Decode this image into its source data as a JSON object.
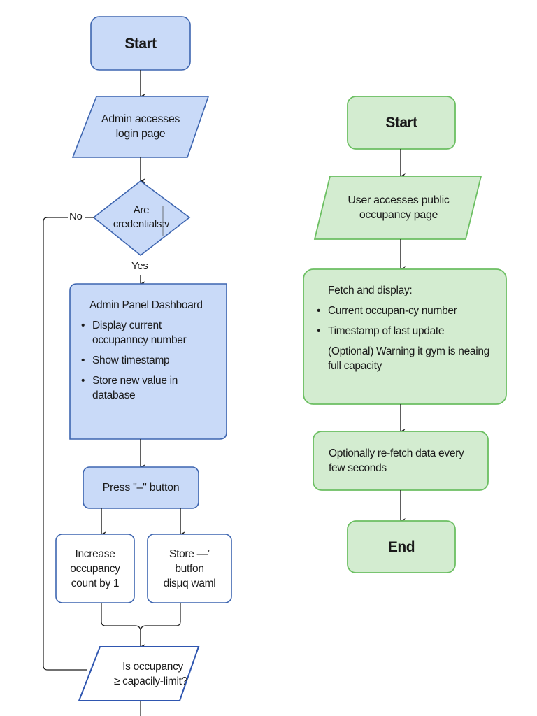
{
  "colors": {
    "blue_fill": "#c9daf8",
    "blue_stroke": "#3d65b0",
    "green_fill": "#d3ecd0",
    "green_stroke": "#6cbf62",
    "white_fill": "#ffffff",
    "line": "#1a1a1a"
  },
  "admin_flow": {
    "start": "Start",
    "access_login": [
      "Admin accesses",
      "login page"
    ],
    "credentials_decision": [
      "Are",
      "credentials:v"
    ],
    "no_label": "No",
    "yes_label": "Yes",
    "dashboard": {
      "title": "Admin Panel Dashboard",
      "items": [
        "Display current occupanncy number",
        "Show timestamp",
        "Store new value in database"
      ]
    },
    "press_button": "Press \"–\" button",
    "increase_count": [
      "Increase",
      "occupancy",
      "count by 1"
    ],
    "store_button": [
      "Store —’",
      "butfon",
      "disμq waml"
    ],
    "capacity_check": [
      "Is occupancy",
      "≥ capacily-limit?"
    ]
  },
  "user_flow": {
    "start": "Start",
    "access_public": [
      "User accesses public",
      "occupancy page"
    ],
    "fetch_display": {
      "title": "Fetch and display:",
      "items": [
        "Current occupan-cy number",
        "Timestamp of last update"
      ],
      "note": "(Optional) Warning it gym is neaing full capacity"
    },
    "refetch": "Optionally re-fetch data every few seconds",
    "end": "End"
  }
}
